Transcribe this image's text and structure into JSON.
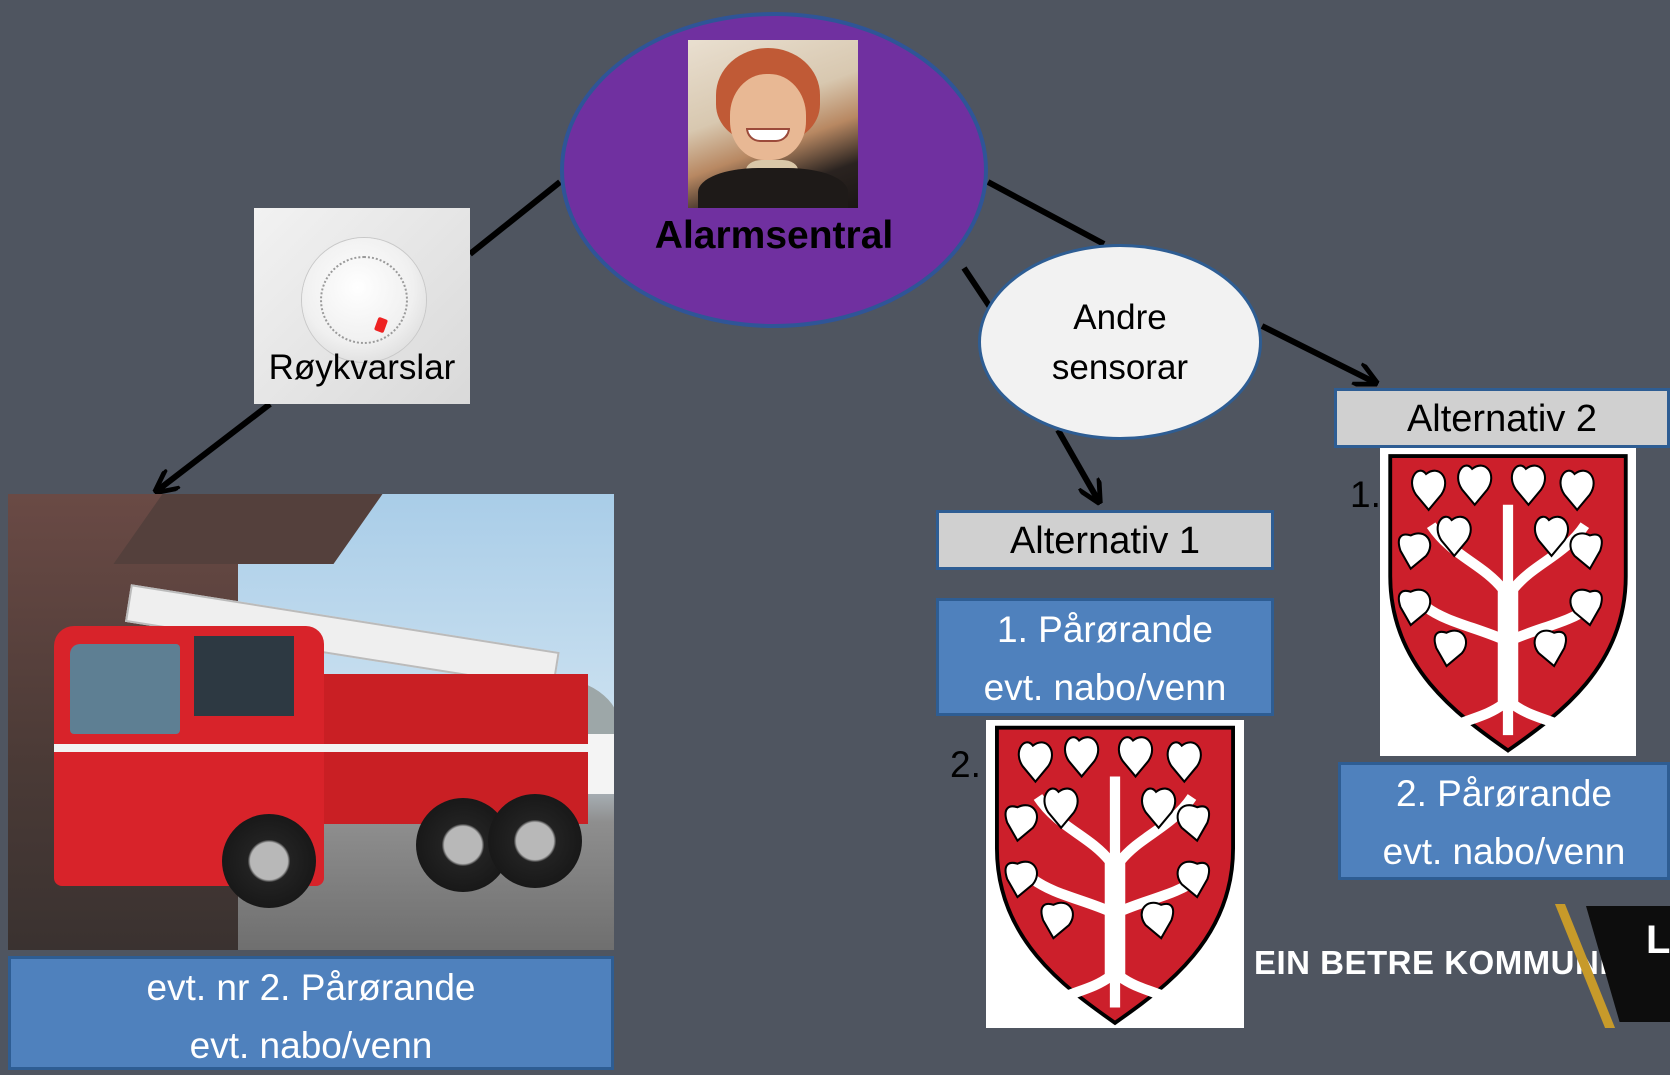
{
  "central": {
    "label": "Alarmsentral",
    "fill_color": "#7030a0"
  },
  "smoke_detector": {
    "label": "Røykvarslar"
  },
  "truck": {
    "caption_line1": "evt. nr 2. Pårørande",
    "caption_line2": "evt. nabo/venn"
  },
  "sensors": {
    "line1": "Andre",
    "line2": "sensorar"
  },
  "alternative1": {
    "title": "Alternativ 1",
    "step1_line1": "1. Pårørande",
    "step1_line2": "evt. nabo/venn",
    "step2_number": "2."
  },
  "alternative2": {
    "title": "Alternativ 2",
    "step1_number": "1.",
    "step2_line1": "2. Pårørande",
    "step2_line2": "evt. nabo/venn"
  },
  "footer": {
    "tagline": "EIN BETRE KOMMUNE",
    "logo_letter": "L"
  },
  "colors": {
    "background": "#4f5560",
    "box_blue": "#4f81bd",
    "box_border": "#2e5d93",
    "alt_box_fill": "#d0d0d0",
    "shield_red": "#cc1f2b"
  },
  "icons": {
    "coat_of_arms": "shield-tree-icon",
    "smoke_detector": "smoke-detector-icon",
    "operator": "operator-photo"
  }
}
